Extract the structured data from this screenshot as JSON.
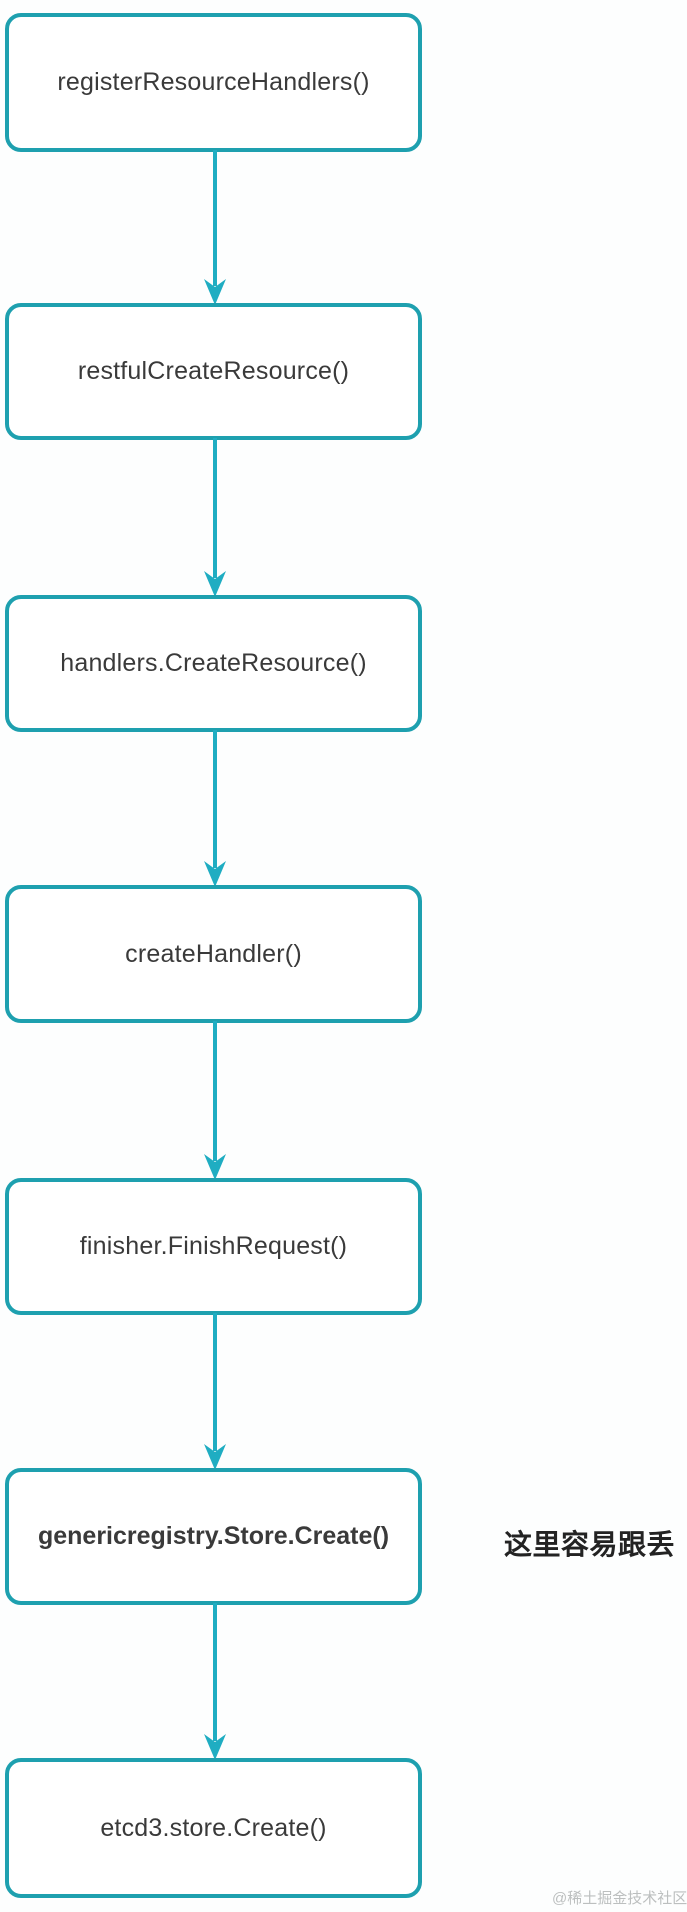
{
  "diagram": {
    "title_hint": "kubernetes create-resource call chain flowchart",
    "nodes": [
      {
        "label": "registerResourceHandlers()"
      },
      {
        "label": "restfulCreateResource()"
      },
      {
        "label": "handlers.CreateResource()"
      },
      {
        "label": "createHandler()"
      },
      {
        "label": "finisher.FinishRequest()"
      },
      {
        "label": "genericregistry.Store.Create()"
      },
      {
        "label": "etcd3.store.Create()"
      }
    ],
    "annotation": {
      "text": "这里容易跟丢",
      "attached_to": "genericregistry.Store.Create()"
    },
    "watermark": "@稀土掘金技术社区",
    "colors": {
      "box_border": "#1ea0af",
      "arrow": "#1fadc2",
      "node_text": "#3a3a3a",
      "annotation_text": "#232323",
      "watermark_text": "#bcbfbf",
      "background": "#fdfefe"
    }
  }
}
